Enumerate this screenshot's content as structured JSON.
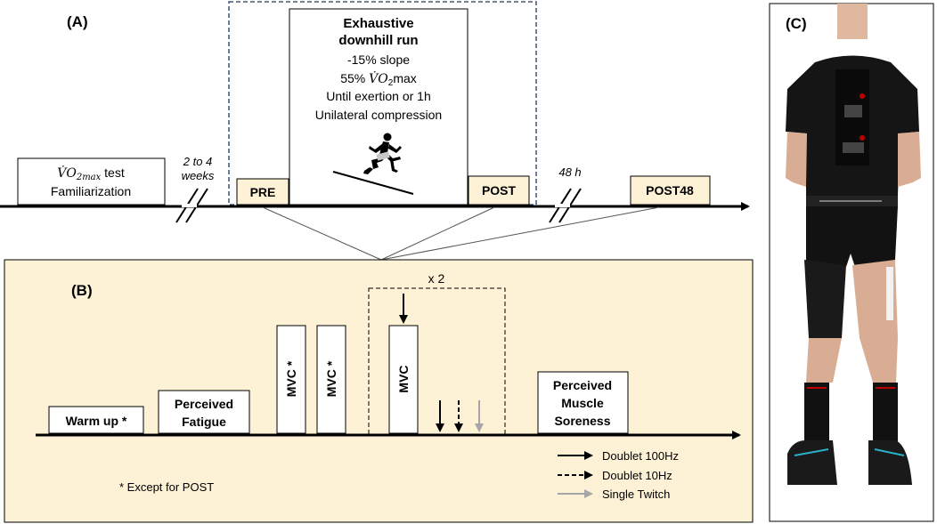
{
  "panel_a": {
    "label": "(A)",
    "vo2_test": {
      "vo2_symbol": "V̇O",
      "subscript": "2max",
      "suffix": " test",
      "line2": "Familiarization"
    },
    "gap1": {
      "line1": "2 to 4",
      "line2": "weeks"
    },
    "pre_label": "PRE",
    "post_label": "POST",
    "gap2": "48 h",
    "post48_label": "POST48",
    "run_box": {
      "title_line1": "Exhaustive",
      "title_line2": "downhill run",
      "slope": "-15% slope",
      "intensity_prefix": "55% ",
      "intensity_symbol": "V̇O",
      "intensity_sub": "2",
      "intensity_suffix": "max",
      "duration": "Until exertion or 1h",
      "condition": "Unilateral compression"
    },
    "runner_icon": "runner-icon"
  },
  "panel_b": {
    "label": "(B)",
    "warm_up": "Warm up *",
    "perceived_fatigue": {
      "line1": "Perceived",
      "line2": "Fatigue"
    },
    "mvc1": "MVC *",
    "mvc2": "MVC *",
    "repeat": "x 2",
    "mvc3": "MVC",
    "perceived_soreness": {
      "line1": "Perceived",
      "line2": "Muscle",
      "line3": "Soreness"
    },
    "legend": {
      "doublet_100": "Doublet 100Hz",
      "doublet_10": "Doublet 10Hz",
      "single_twitch": "Single Twitch"
    },
    "footnote": "* Except for POST"
  },
  "panel_c": {
    "label": "(C)",
    "photo_icon": "participant-photo"
  },
  "colors": {
    "panel_b_fill": "#fdf1d6",
    "box_fill_yellow": "#fdf1d6",
    "dashed_blue": "#1f3864",
    "gray_arrow": "#a6a6a6",
    "sock_accent": "#c00000",
    "shoe_accent": "#2ab0c8"
  }
}
